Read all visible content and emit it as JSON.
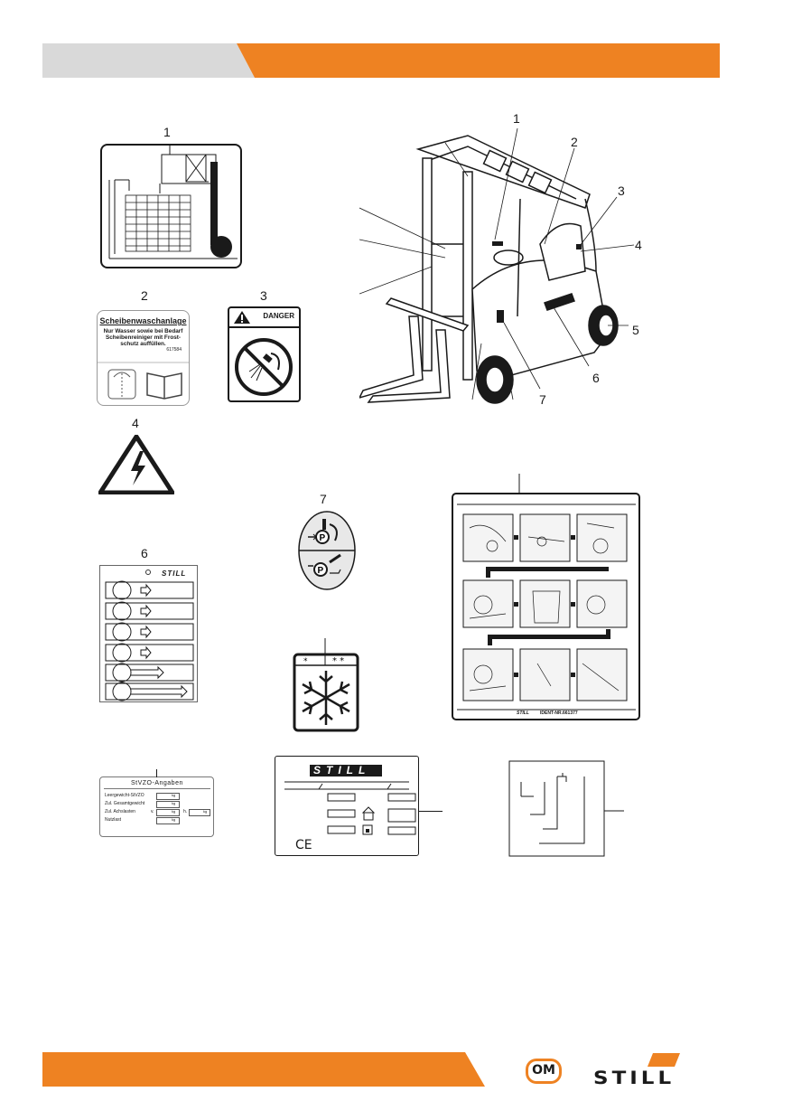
{
  "colors": {
    "accent": "#ee8222",
    "header_grey": "#d9d9d9",
    "ink": "#1a1a1a"
  },
  "figure": {
    "callouts": {
      "n1": "1",
      "n2": "2",
      "n3": "3",
      "n4": "4",
      "n5": "5",
      "n6": "6",
      "n7": "7"
    },
    "labels": {
      "l1": "1",
      "l2": "2",
      "l3": "3",
      "l4": "4",
      "l6": "6",
      "l7": "7"
    }
  },
  "label2": {
    "title": "Scheibenwaschanlage",
    "line1": "Nur Wasser sowie bei Bedarf",
    "line2": "Scheibenreiniger mit Frost-",
    "line3": "schutz auffüllen.",
    "code": "617584"
  },
  "label3": {
    "heading": "DANGER"
  },
  "label6": {
    "brand": "STILL"
  },
  "towing": {
    "brand": "STILL",
    "ident": "IDENT-NR.661377"
  },
  "stvzo": {
    "title": "StVZO-Angaben",
    "row1": "Leergewicht-StVZO",
    "row2": "Zul. Gesamtgewicht",
    "row3": "Zul. Achslasten",
    "row3_v": "v.",
    "row3_h": "h.",
    "row4": "Nutzlast",
    "unit": "kg"
  },
  "typeplate": {
    "brand": "STILL",
    "ce": "CE"
  },
  "footer": {
    "logo_om": "OM",
    "logo_still": "STILL"
  }
}
